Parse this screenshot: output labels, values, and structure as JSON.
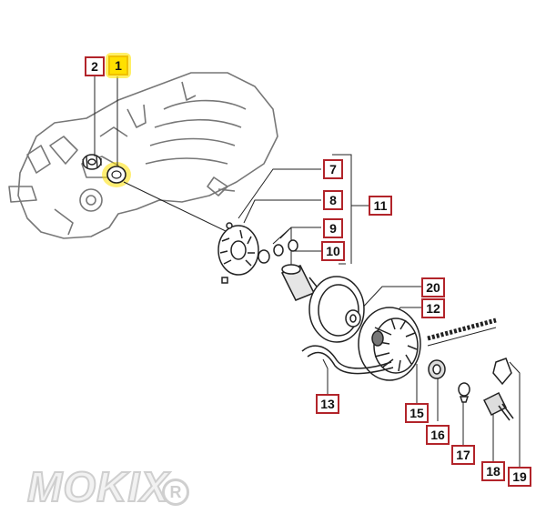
{
  "brand": {
    "name": "MOKIX",
    "registered_symbol": "R"
  },
  "highlight_color": "#ffe000",
  "callout_color": "#b2242a",
  "callouts": [
    {
      "id": "1",
      "label": "1",
      "highlighted": true
    },
    {
      "id": "2",
      "label": "2"
    },
    {
      "id": "7",
      "label": "7"
    },
    {
      "id": "8",
      "label": "8"
    },
    {
      "id": "9",
      "label": "9"
    },
    {
      "id": "10",
      "label": "10"
    },
    {
      "id": "11",
      "label": "11"
    },
    {
      "id": "12",
      "label": "12"
    },
    {
      "id": "13",
      "label": "13"
    },
    {
      "id": "15",
      "label": "15"
    },
    {
      "id": "16",
      "label": "16"
    },
    {
      "id": "17",
      "label": "17"
    },
    {
      "id": "18",
      "label": "18"
    },
    {
      "id": "19",
      "label": "19"
    },
    {
      "id": "20",
      "label": "20"
    }
  ]
}
